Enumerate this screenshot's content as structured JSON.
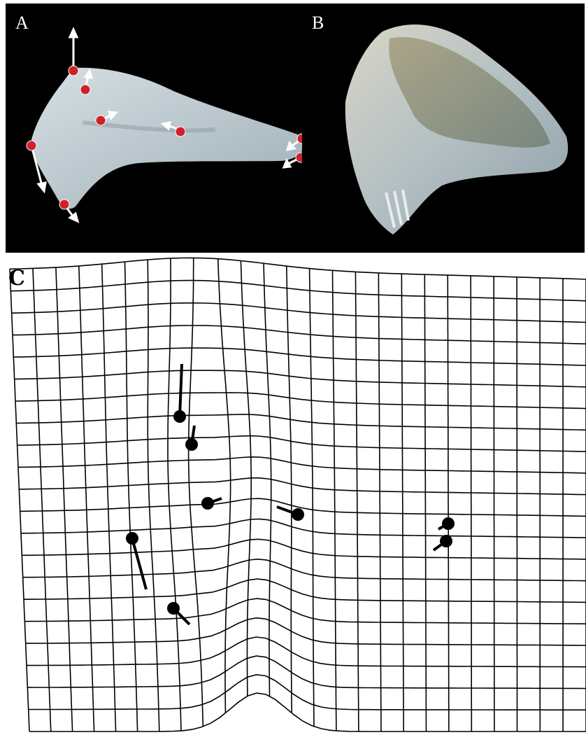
{
  "panels": {
    "a": {
      "label": "A"
    },
    "b": {
      "label": "B"
    },
    "c": {
      "label": "C"
    }
  },
  "colors": {
    "panel_background": "#000000",
    "landmark_fill": "#d0202a",
    "landmark_stroke": "#ffffff",
    "vector_color_photo": "#ffffff",
    "grid_line": "#000000",
    "shell_body": "#c9d3d8",
    "shell_shadow": "#8d9aa3"
  },
  "icons": {
    "landmark_marker": "red-circle-landmark",
    "displacement_vector": "arrow",
    "deformation_grid": "thin-plate-spline-grid"
  }
}
